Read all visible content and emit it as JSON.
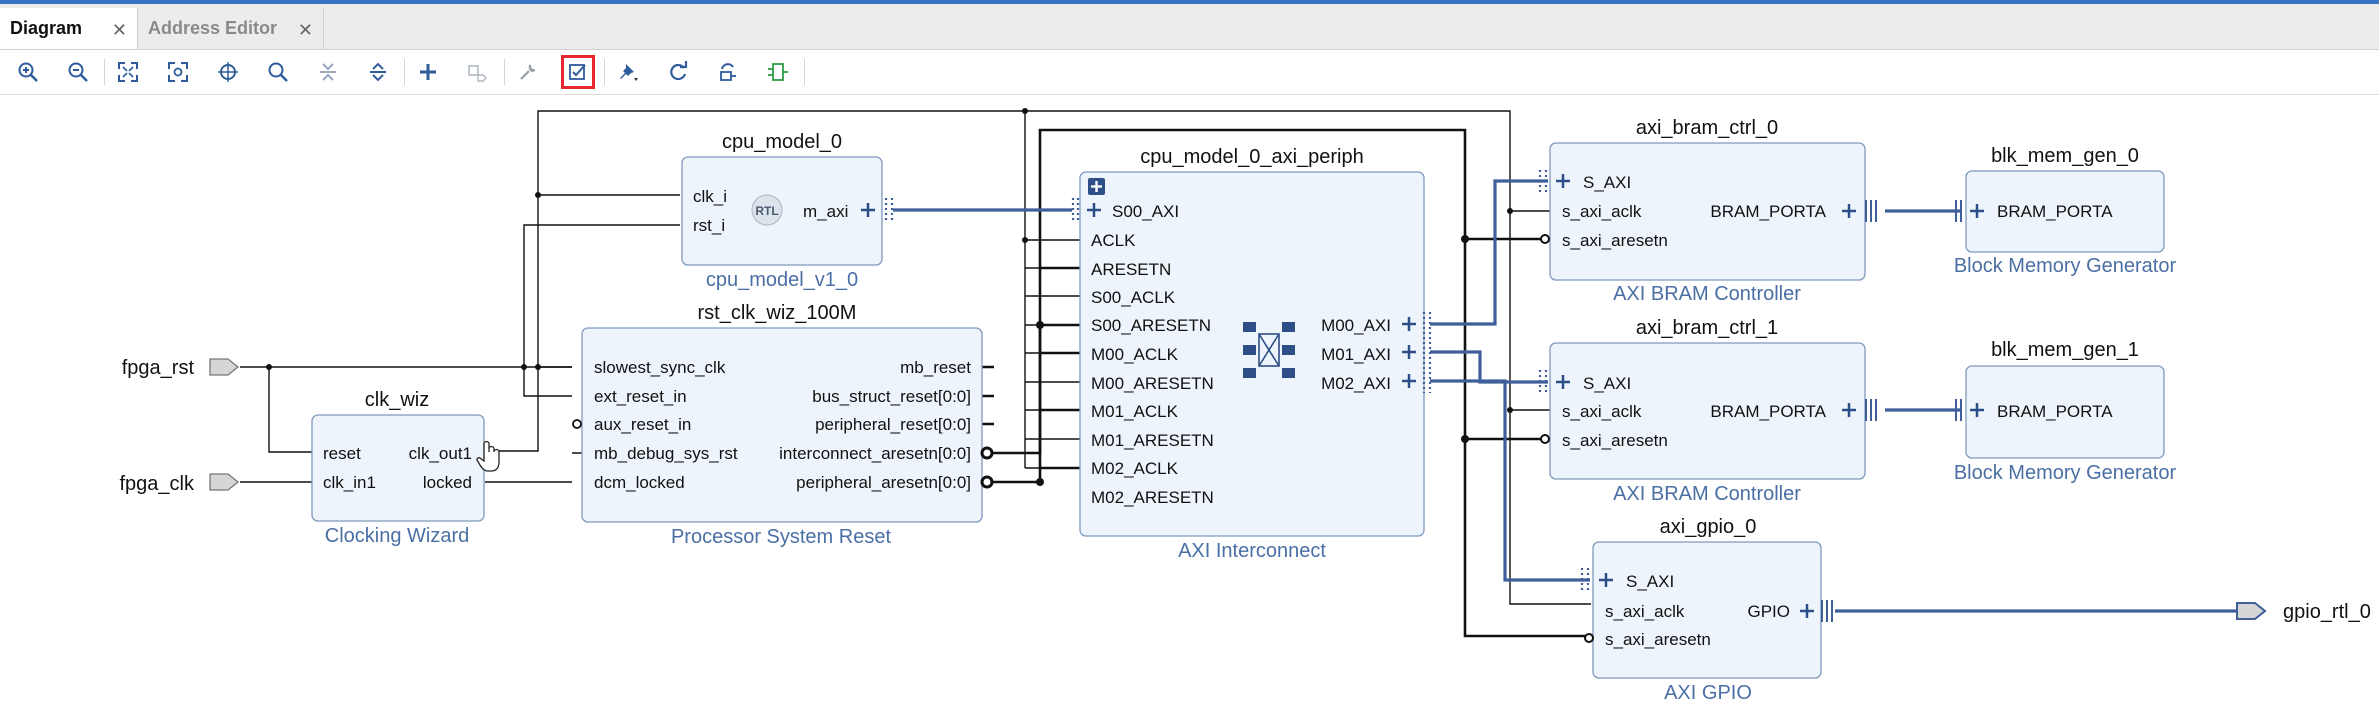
{
  "tabs": [
    {
      "label": "Diagram",
      "active": true
    },
    {
      "label": "Address Editor",
      "active": false
    }
  ],
  "toolbar": {
    "buttons": [
      "zoom-in-icon",
      "zoom-out-icon",
      "zoom-fit-icon",
      "zoom-selection-icon",
      "center-icon",
      "search-icon",
      "collapse-all-icon",
      "expand-all-icon",
      "add-ip-icon",
      "make-external-icon",
      "properties-icon",
      "validate-design-icon",
      "pin-icon",
      "refresh-icon",
      "regenerate-layout-icon",
      "optimize-routing-icon"
    ],
    "highlighted": "validate-design-icon"
  },
  "ports": {
    "fpga_rst": "fpga_rst",
    "fpga_clk": "fpga_clk",
    "gpio_rtl_0": "gpio_rtl_0"
  },
  "blocks": {
    "cpu_model": {
      "name": "cpu_model_0",
      "type": "cpu_model_v1_0",
      "pins": [
        "clk_i",
        "rst_i"
      ],
      "out": "m_axi",
      "badge": "RTL"
    },
    "clk_wiz": {
      "name": "clk_wiz",
      "type": "Clocking Wizard",
      "pins": [
        "reset",
        "clk_in1"
      ],
      "outs": [
        "clk_out1",
        "locked"
      ]
    },
    "rst": {
      "name": "rst_clk_wiz_100M",
      "type": "Processor System Reset",
      "pins": [
        "slowest_sync_clk",
        "ext_reset_in",
        "aux_reset_in",
        "mb_debug_sys_rst",
        "dcm_locked"
      ],
      "outs": [
        "mb_reset",
        "bus_struct_reset[0:0]",
        "peripheral_reset[0:0]",
        "interconnect_aresetn[0:0]",
        "peripheral_aresetn[0:0]"
      ]
    },
    "periph": {
      "name": "cpu_model_0_axi_periph",
      "type": "AXI Interconnect",
      "pins": [
        "S00_AXI",
        "ACLK",
        "ARESETN",
        "S00_ACLK",
        "S00_ARESETN",
        "M00_ACLK",
        "M00_ARESETN",
        "M01_ACLK",
        "M01_ARESETN",
        "M02_ACLK",
        "M02_ARESETN"
      ],
      "outs": [
        "M00_AXI",
        "M01_AXI",
        "M02_AXI"
      ]
    },
    "bram0": {
      "name": "axi_bram_ctrl_0",
      "type": "AXI BRAM Controller",
      "pins": [
        "S_AXI",
        "s_axi_aclk",
        "s_axi_aresetn"
      ],
      "out": "BRAM_PORTA"
    },
    "bram1": {
      "name": "axi_bram_ctrl_1",
      "type": "AXI BRAM Controller",
      "pins": [
        "S_AXI",
        "s_axi_aclk",
        "s_axi_aresetn"
      ],
      "out": "BRAM_PORTA"
    },
    "mem0": {
      "name": "blk_mem_gen_0",
      "type": "Block Memory Generator",
      "pin": "BRAM_PORTA"
    },
    "mem1": {
      "name": "blk_mem_gen_1",
      "type": "Block Memory Generator",
      "pin": "BRAM_PORTA"
    },
    "gpio": {
      "name": "axi_gpio_0",
      "type": "AXI GPIO",
      "pins": [
        "S_AXI",
        "s_axi_aclk",
        "s_axi_aresetn"
      ],
      "out": "GPIO"
    }
  },
  "colors": {
    "block_fill": "#eef4fb",
    "block_border": "#7f99bd",
    "bus": "#3e5f9a",
    "type_label": "#4a6fa5",
    "highlight": "#e8262e"
  }
}
